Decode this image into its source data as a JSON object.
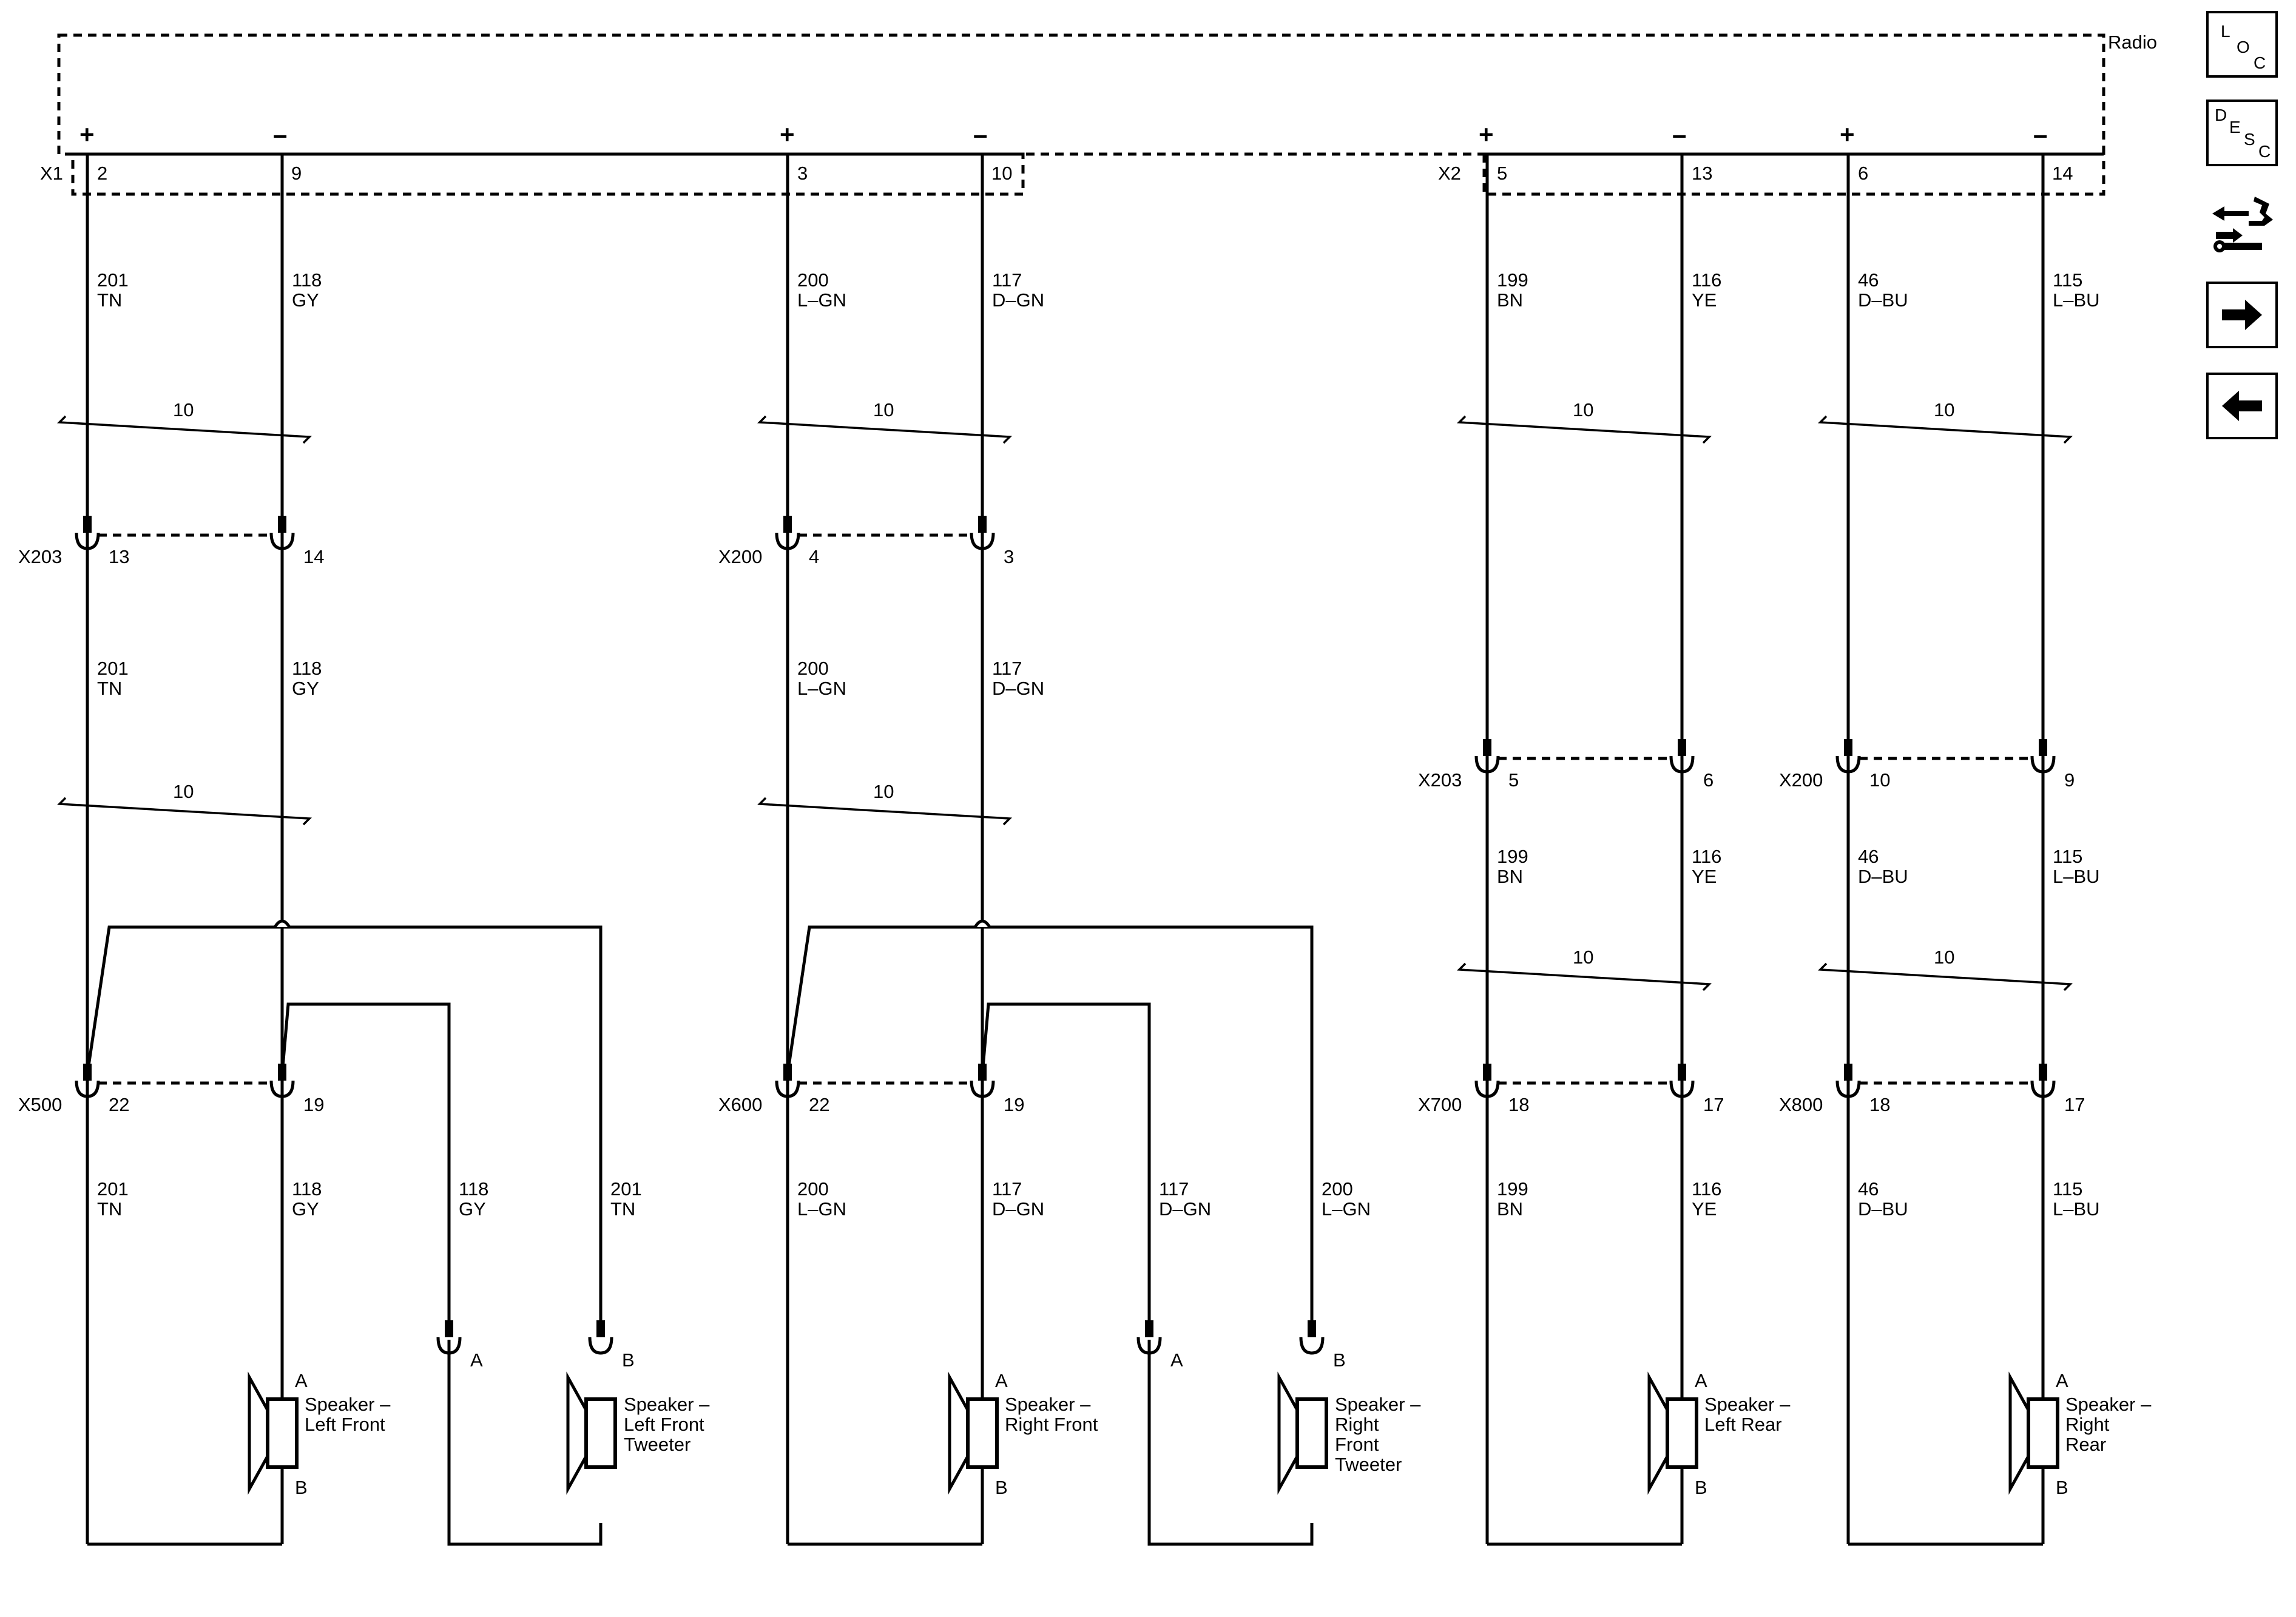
{
  "radio": {
    "label": "Radio",
    "x1": "X1",
    "x2": "X2",
    "plus": "+",
    "minus": "–"
  },
  "harness": {
    "label": "10"
  },
  "columns": [
    {
      "pos": {
        "pin": "2",
        "circuit": "201",
        "color": "TN"
      },
      "neg": {
        "pin": "9",
        "circuit": "118",
        "color": "GY"
      }
    },
    {
      "pos": {
        "pin": "3",
        "circuit": "200",
        "color": "L–GN"
      },
      "neg": {
        "pin": "10",
        "circuit": "117",
        "color": "D–GN"
      }
    },
    {
      "pos": {
        "pin": "5",
        "circuit": "199",
        "color": "BN"
      },
      "neg": {
        "pin": "13",
        "circuit": "116",
        "color": "YE"
      }
    },
    {
      "pos": {
        "pin": "6",
        "circuit": "46",
        "color": "D–BU"
      },
      "neg": {
        "pin": "14",
        "circuit": "115",
        "color": "L–BU"
      }
    }
  ],
  "connectors": {
    "c1a": {
      "name": "X203",
      "pos_pin": "13",
      "neg_pin": "14"
    },
    "c2a": {
      "name": "X200",
      "pos_pin": "4",
      "neg_pin": "3"
    },
    "c3a": {
      "name": "X203",
      "pos_pin": "5",
      "neg_pin": "6"
    },
    "c4a": {
      "name": "X200",
      "pos_pin": "10",
      "neg_pin": "9"
    },
    "c1b": {
      "name": "X500",
      "pos_pin": "22",
      "neg_pin": "19"
    },
    "c2b": {
      "name": "X600",
      "pos_pin": "22",
      "neg_pin": "19"
    },
    "c3b": {
      "name": "X700",
      "pos_pin": "18",
      "neg_pin": "17"
    },
    "c4b": {
      "name": "X800",
      "pos_pin": "18",
      "neg_pin": "17"
    }
  },
  "tweeter_pins": {
    "a": "A",
    "b": "B"
  },
  "speakers": {
    "left_front": {
      "name1": "Speaker –",
      "name2": "Left Front",
      "name3": "",
      "pin_a": "A",
      "pin_b": "B"
    },
    "left_front_tweeter": {
      "name1": "Speaker –",
      "name2": "Left Front",
      "name3": "Tweeter",
      "pin_a": "",
      "pin_b": ""
    },
    "right_front": {
      "name1": "Speaker –",
      "name2": "Right Front",
      "name3": "",
      "pin_a": "A",
      "pin_b": "B"
    },
    "right_front_tweeter": {
      "name1": "Speaker –",
      "name2": "Right",
      "name3": "Front",
      "name4": "Tweeter",
      "pin_a": "",
      "pin_b": ""
    },
    "left_rear": {
      "name1": "Speaker –",
      "name2": "Left Rear",
      "name3": "",
      "pin_a": "A",
      "pin_b": "B"
    },
    "right_rear": {
      "name1": "Speaker –",
      "name2": "Right",
      "name3": "Rear",
      "pin_a": "A",
      "pin_b": "B"
    }
  },
  "nav": {
    "loc": {
      "l": "L",
      "o": "O",
      "c": "C"
    },
    "desc": {
      "d": "D",
      "e": "E",
      "s": "S",
      "c": "C"
    },
    "icons": [
      "component-connector-icon",
      "forward-arrow-icon",
      "back-arrow-icon"
    ]
  }
}
